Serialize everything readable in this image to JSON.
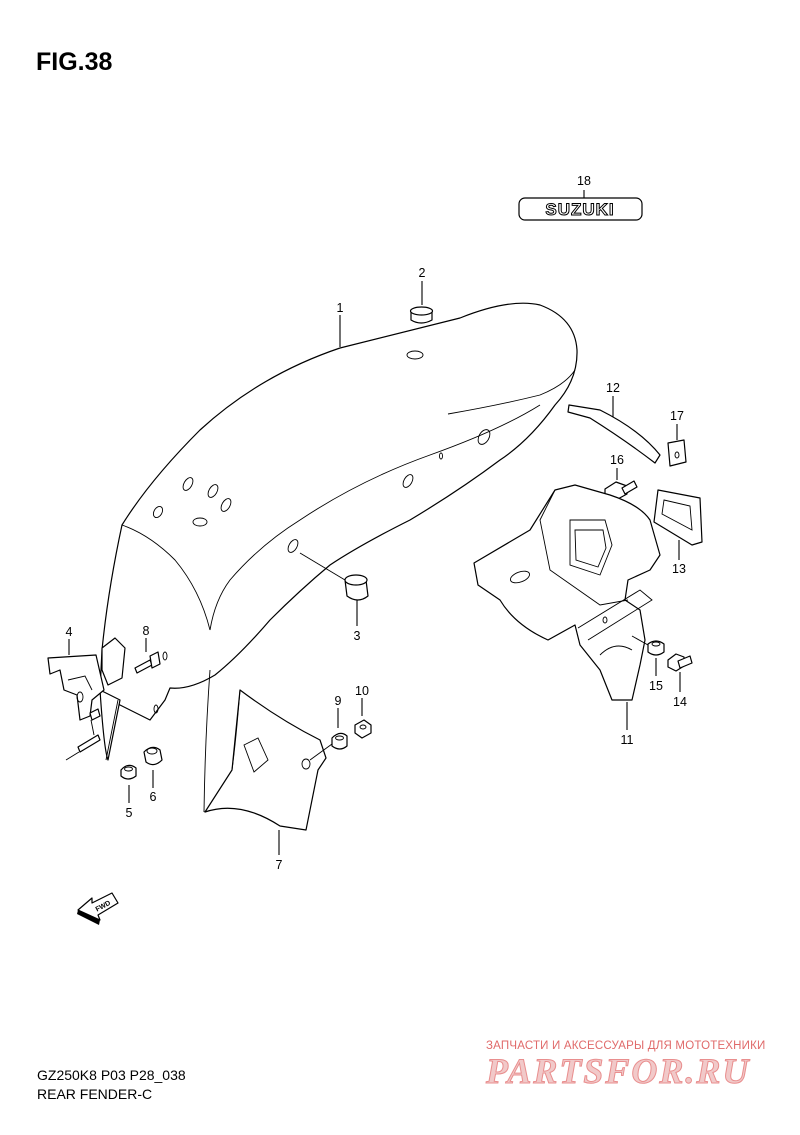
{
  "figure": {
    "title": "FIG.38"
  },
  "emblem": {
    "text": "SUZUKI"
  },
  "fwd_arrow": {
    "text": "FWD"
  },
  "callouts": [
    "1",
    "2",
    "3",
    "4",
    "5",
    "6",
    "7",
    "8",
    "9",
    "10",
    "11",
    "12",
    "13",
    "14",
    "15",
    "16",
    "17",
    "18"
  ],
  "footer": {
    "model_code": "GZ250K8 P03 P28_038",
    "group_name": "REAR FENDER-C"
  },
  "watermark": {
    "tagline": "ЗАПЧАСТИ И АКСЕССУАРЫ ДЛЯ МОТОТЕХНИКИ",
    "logo": "PARTSFOR.RU"
  }
}
